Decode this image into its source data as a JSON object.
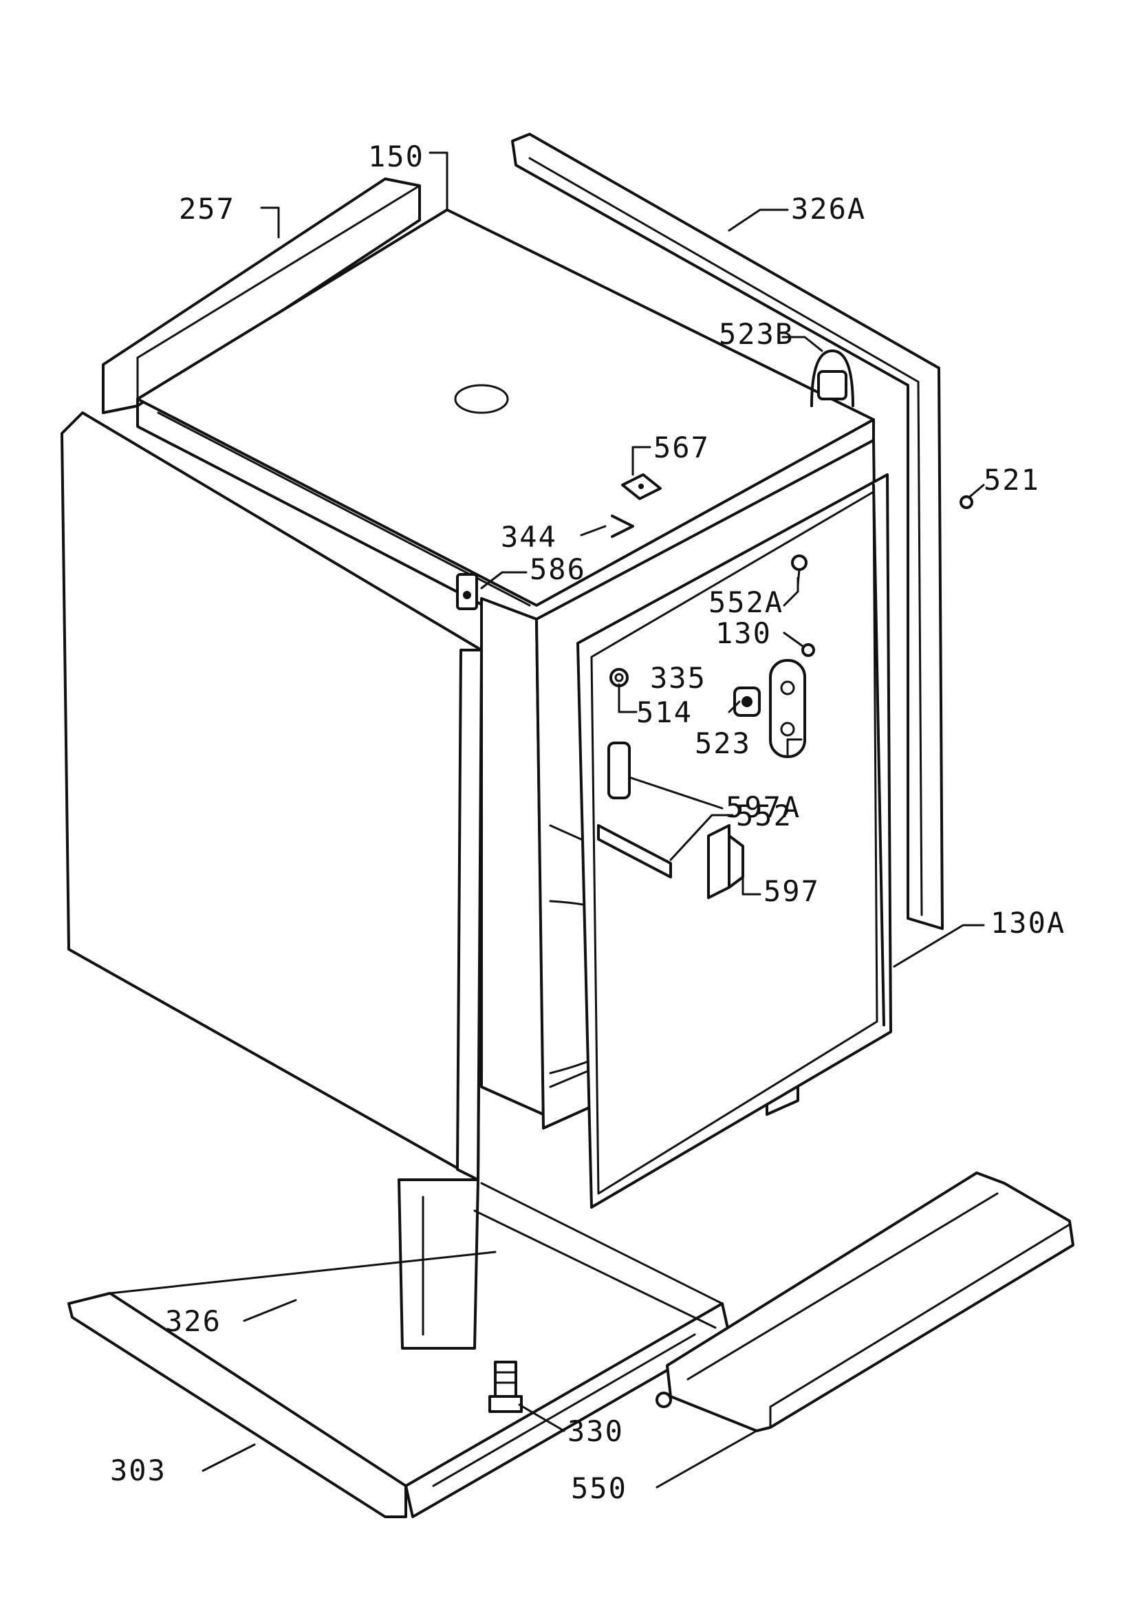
{
  "diagram": {
    "labels": {
      "l150": "150",
      "l257": "257",
      "l326A": "326A",
      "l523B": "523B",
      "l567": "567",
      "l521": "521",
      "l344": "344",
      "l586": "586",
      "l552A": "552A",
      "l130": "130",
      "l335": "335",
      "l514": "514",
      "l523": "523",
      "l597A": "597A",
      "l552": "552",
      "l597": "597",
      "l130A": "130A",
      "l326": "326",
      "l330": "330",
      "l303": "303",
      "l550": "550"
    }
  }
}
